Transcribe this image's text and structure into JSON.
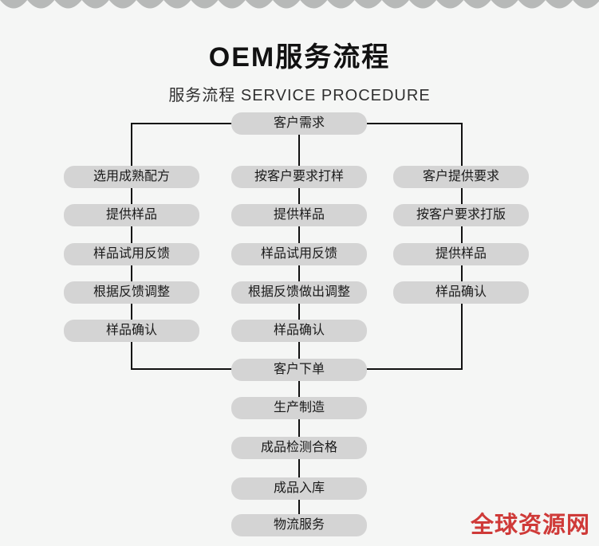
{
  "page": {
    "title": "OEM服务流程",
    "subtitle": "服务流程 SERVICE PROCEDURE"
  },
  "flow": {
    "start": "客户需求",
    "columns": {
      "left": [
        "选用成熟配方",
        "提供样品",
        "样品试用反馈",
        "根据反馈调整",
        "样品确认"
      ],
      "middle": [
        "按客户要求打样",
        "提供样品",
        "样品试用反馈",
        "根据反馈做出调整",
        "样品确认"
      ],
      "right": [
        "客户提供要求",
        "按客户要求打版",
        "提供样品",
        "样品确认"
      ]
    },
    "tail": [
      "客户下单",
      "生产制造",
      "成品检测合格",
      "成品入库",
      "物流服务"
    ]
  },
  "watermark": {
    "text": "全球资源网"
  },
  "colors": {
    "background": "#f5f6f5",
    "node_bg": "#d4d4d4",
    "node_text": "#1a1a1a",
    "title_text": "#111111",
    "subtitle_text": "#2f2f2f",
    "line": "#111111",
    "scallop": "#b7b9b8",
    "accent_red": "#cf3a38"
  }
}
